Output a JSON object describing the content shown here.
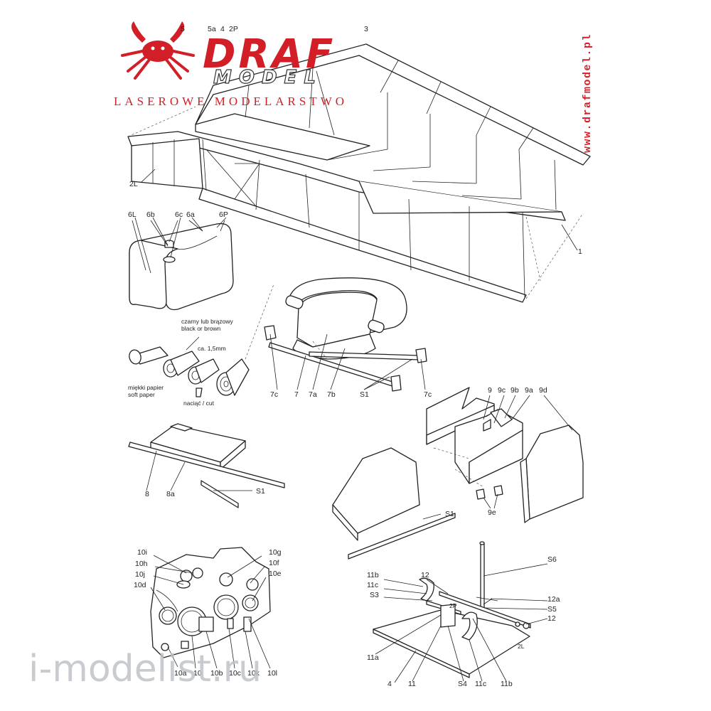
{
  "logo": {
    "name": "DRAF",
    "sub": "MODEL",
    "tagline": "LASEROWE MODELARSTWO"
  },
  "website": "www.drafmodel.pl",
  "watermark": "i-modelist.ru",
  "notes": {
    "color_pl": "czarny lub brązowy",
    "color_en": "black or brown",
    "thickness": "ca. 1,5mm",
    "paper_pl": "miękki papier",
    "paper_en": "soft paper",
    "cut": "naciąć / cut"
  },
  "labels": {
    "fuselage_1": "1",
    "fuselage_2L": "2L",
    "top_5": "5",
    "top_5a": "5a",
    "top_4": "4",
    "top_2P": "2P",
    "top_3": "3",
    "tank_6L": "6L",
    "tank_6b": "6b",
    "tank_6c": "6c",
    "tank_6a": "6a",
    "tank_6P": "6P",
    "seat_7c_left": "7c",
    "seat_7": "7",
    "seat_7a": "7a",
    "seat_7b": "7b",
    "seat_S1": "S1",
    "seat_7c_right": "7c",
    "pan_8": "8",
    "pan_8a": "8a",
    "pan_S1": "S1",
    "bh_9": "9",
    "bh_9c": "9c",
    "bh_9b": "9b",
    "bh_9a": "9a",
    "bh_9d": "9d",
    "bh_9e": "9e",
    "bh_S1": "S1",
    "ip_10i": "10i",
    "ip_10h": "10h",
    "ip_10j": "10j",
    "ip_10d": "10d",
    "ip_10g": "10g",
    "ip_10f": "10f",
    "ip_10e": "10e",
    "ip_10a": "10a",
    "ip_10": "10",
    "ip_10b": "10b",
    "ip_10c": "10c",
    "ip_10k": "10k",
    "ip_10l": "10l",
    "ct_S6": "S6",
    "ct_11b_top": "11b",
    "ct_12_top": "12",
    "ct_11c_top": "11c",
    "ct_S3": "S3",
    "ct_12a": "12a",
    "ct_S5": "S5",
    "ct_12_right": "12",
    "ct_2P": "2P",
    "ct_2L": "2L",
    "ct_11a": "11a",
    "ct_4": "4",
    "ct_11": "11",
    "ct_S4": "S4",
    "ct_11c_bottom": "11c",
    "ct_11b_bottom": "11b"
  },
  "colors": {
    "brand_red": "#d21f27",
    "line": "#222222",
    "watermark": "#bfc3c8"
  }
}
